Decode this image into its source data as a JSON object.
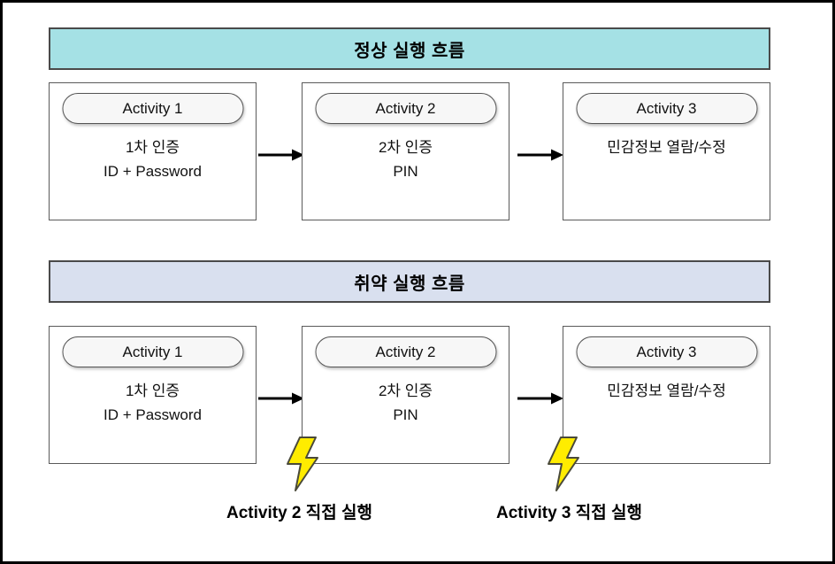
{
  "diagram": {
    "sections": [
      {
        "id": "normal",
        "banner_label": "정상 실행 흐름",
        "banner_color": "#a5e1e5",
        "boxes": [
          {
            "pill": "Activity 1",
            "lines": [
              "1차 인증",
              "ID + Password"
            ]
          },
          {
            "pill": "Activity 2",
            "lines": [
              "2차 인증",
              "PIN"
            ]
          },
          {
            "pill": "Activity 3",
            "lines": [
              "민감정보 열람/수정"
            ]
          }
        ]
      },
      {
        "id": "vulnerable",
        "banner_label": "취약 실행 흐름",
        "banner_color": "#d9e0ef",
        "boxes": [
          {
            "pill": "Activity 1",
            "lines": [
              "1차 인증",
              "ID + Password"
            ]
          },
          {
            "pill": "Activity 2",
            "lines": [
              "2차 인증",
              "PIN"
            ]
          },
          {
            "pill": "Activity 3",
            "lines": [
              "민감정보 열람/수정"
            ]
          }
        ]
      }
    ],
    "attack_markers": [
      {
        "icon": "lightning-bolt-icon",
        "caption": "Activity 2 직접 실행",
        "color": "#ffec00"
      },
      {
        "icon": "lightning-bolt-icon",
        "caption": "Activity 3 직접 실행",
        "color": "#ffec00"
      }
    ],
    "arrows": {
      "icon": "arrow-right-icon",
      "color": "#000000"
    },
    "colors": {
      "outer_border": "#000000",
      "box_border": "#5a5a5a",
      "pill_fill": "#f7f7f7",
      "bolt_fill": "#ffec00",
      "bolt_stroke": "#4a4a3a"
    }
  }
}
